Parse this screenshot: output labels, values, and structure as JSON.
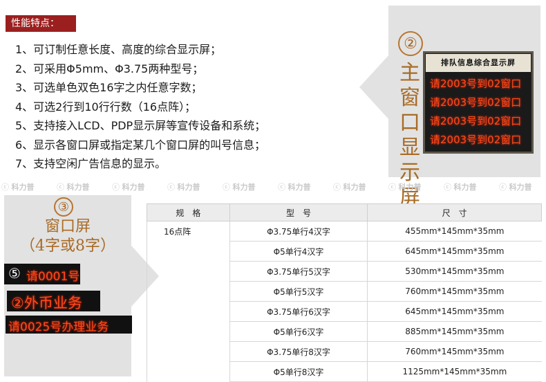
{
  "header": {
    "tag": "性能特点："
  },
  "features": [
    "1、可订制任意长度、高度的综合显示屏；",
    "2、可采用Φ5mm、Φ3.75两种型号；",
    "3、可选单色双色16字之内任意字数；",
    "4、可选2行到10行行数（16点阵）；",
    "5、支持接入LCD、PDP显示屏等宣传设备和系统；",
    "6、显示各窗口屏或指定某几个窗口屏的叫号信息；",
    "7、支持空闲广告信息的显示。"
  ],
  "panel_main": {
    "number": "②",
    "label": [
      "主",
      "窗",
      "口",
      "显",
      "示",
      "屏"
    ],
    "display_title": "排队信息综合显示屏",
    "rows": [
      "请2003号到02窗口",
      "请2003号到02窗口",
      "请2003号到02窗口",
      "请2003号到02窗口"
    ]
  },
  "watermark": "科力普",
  "panel_window": {
    "number": "③",
    "title_line1": "窗口屏",
    "title_line2": "（4字或8字）",
    "led1_num": "⑤",
    "led1_text": "请0001号",
    "led2_text": "②外币业务",
    "led3_text": "请0025号办理业务"
  },
  "table": {
    "headers": [
      "规　格",
      "型　号",
      "尺　寸"
    ],
    "spec": "16点阵",
    "rows": [
      {
        "model": "Φ3.75单行4汉字",
        "size": "455mm*145mm*35mm"
      },
      {
        "model": "Φ5单行4汉字",
        "size": "645mm*145mm*35mm"
      },
      {
        "model": "Φ3.75单行5汉字",
        "size": "530mm*145mm*35mm"
      },
      {
        "model": "Φ5单行5汉字",
        "size": "760mm*145mm*35mm"
      },
      {
        "model": "Φ3.75单行6汉字",
        "size": "645mm*145mm*35mm"
      },
      {
        "model": "Φ5单行6汉字",
        "size": "885mm*145mm*35mm"
      },
      {
        "model": "Φ3.75单行8汉字",
        "size": "760mm*145mm*35mm"
      },
      {
        "model": "Φ5单行8汉字",
        "size": "1125mm*145mm*35mm"
      }
    ]
  }
}
